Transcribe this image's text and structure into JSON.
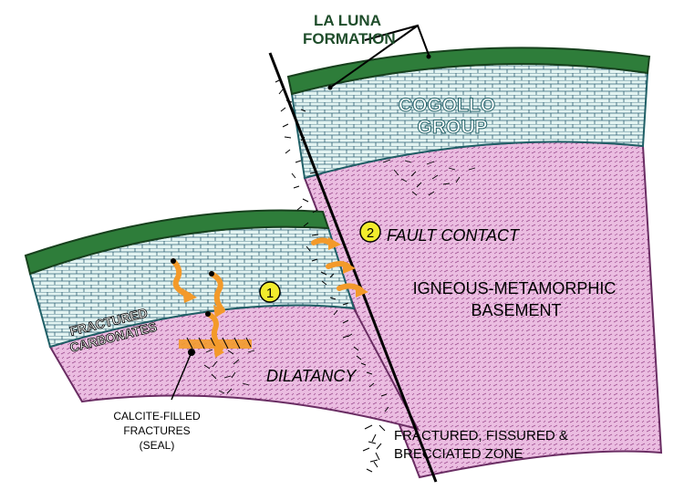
{
  "labels": {
    "la_luna_line1": "LA LUNA",
    "la_luna_line2": "FORMATION",
    "cogollo_line1": "COGOLLO",
    "cogollo_line2": "GROUP",
    "fault_contact": "FAULT CONTACT",
    "basement_line1": "IGNEOUS-METAMORPHIC",
    "basement_line2": "BASEMENT",
    "fractured_line1": "FRACTURED",
    "fractured_line2": "CARBONATES",
    "dilatancy": "DILATANCY",
    "calcite_line1": "CALCITE-FILLED",
    "calcite_line2": "FRACTURES",
    "calcite_line3": "(SEAL)",
    "marker_1": "1",
    "marker_2": "2"
  },
  "legend": {
    "line1": "FRACTURED, FISSURED &",
    "line2": "BRECCIATED ZONE"
  },
  "colors": {
    "la_luna": "#2e7d3a",
    "cogollo": "#dff1f0",
    "basement": "#e9b6df",
    "arrow": "#f39a2a",
    "marker": "#f2ec2c",
    "label_dark_green": "#1f4d2b",
    "label_teal": "#1f5f66",
    "line": "#000000"
  }
}
